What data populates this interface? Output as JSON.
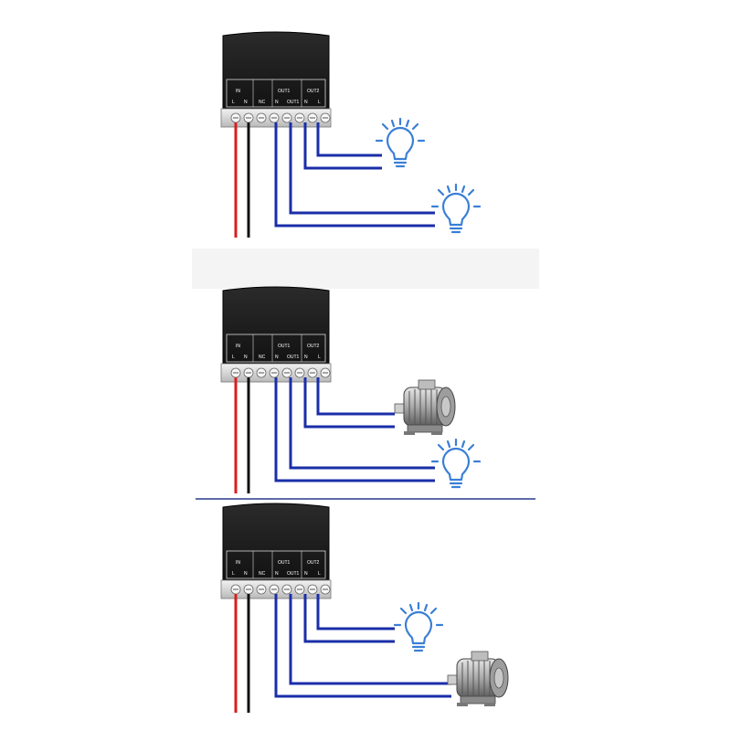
{
  "labels": {
    "in": "IN",
    "l": "L",
    "n": "N",
    "nc": "NC",
    "out1": "OUT1",
    "out2": "OUT2",
    "out1_small": "OUT1"
  },
  "panels": [
    {
      "id": "panel-1",
      "loads": [
        "light-bulb",
        "light-bulb"
      ]
    },
    {
      "id": "panel-2",
      "loads": [
        "motor",
        "light-bulb"
      ]
    },
    {
      "id": "panel-3",
      "loads": [
        "light-bulb",
        "motor"
      ]
    }
  ],
  "colors": {
    "live_wire": "#d81e1e",
    "neutral_wire": "#111111",
    "output_wire": "#1a2ea8",
    "bulb": "#3a7fd6",
    "module_body": "#1f1f1f",
    "terminal_block": "#dcdcdc",
    "divider_line": "#2a3a8a"
  }
}
